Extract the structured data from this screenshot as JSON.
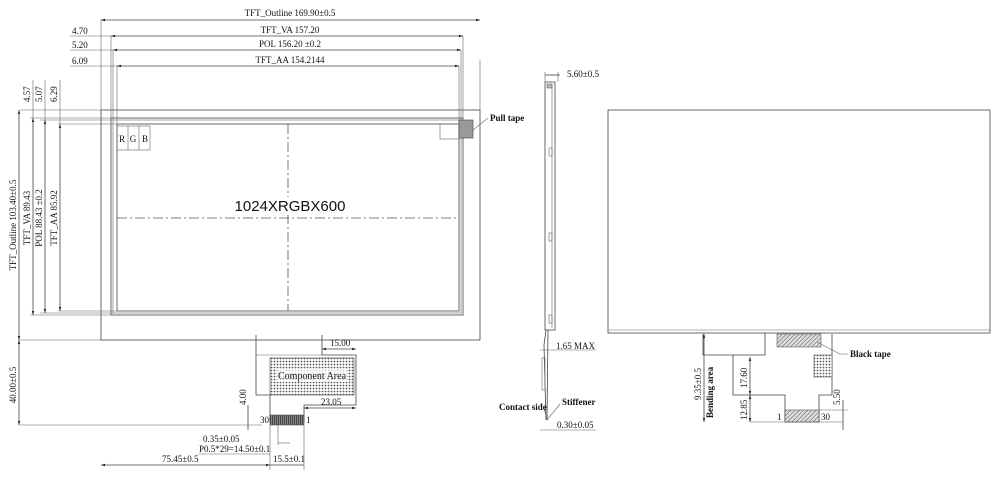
{
  "front_view": {
    "dims_top": {
      "outline": "TFT_Outline 169.90±0.5",
      "va": "TFT_VA 157.20",
      "pol": "POL 156.20 ±0.2",
      "aa": "TFT_AA 154.2144",
      "off_va": "4.70",
      "off_pol": "5.20",
      "off_aa": "6.09"
    },
    "dims_left": {
      "outline": "TFT_Outline 103.40±0.5",
      "va": "TFT_VA 89.43",
      "pol": "POL 88.43 ±0.2",
      "aa": "TFT_AA 85.92",
      "off_va": "4.57",
      "off_pol": "5.07",
      "off_aa": "6.29",
      "fpc_length": "40.00±0.5"
    },
    "rgb": [
      "R",
      "G",
      "B"
    ],
    "resolution": "1024XRGBX600",
    "pull_tape": "Pull tape",
    "fpc": {
      "component_area": "Component Area",
      "w15": "15.00",
      "w23": "23.05",
      "h4": "4.00",
      "pin_first": "30",
      "pin_last": "1",
      "pin_width": "0.35±0.05",
      "pitch": "P0.5*29=14.50±0.1",
      "offset": "75.45±0.5",
      "connector_width": "15.5±0.1"
    }
  },
  "side_view": {
    "thickness": "5.60±0.5",
    "max": "1.65 MAX",
    "contact_side": "Contact side",
    "stiffener": "Stiffener",
    "stiffener_thickness": "0.30±0.05"
  },
  "back_view": {
    "black_tape": "Black tape",
    "bending": "9.35±0.5",
    "bending_label": "Bending area",
    "h17": "17.60",
    "h12": "12.85",
    "h5": "5.50",
    "pin_first": "1",
    "pin_last": "30"
  }
}
